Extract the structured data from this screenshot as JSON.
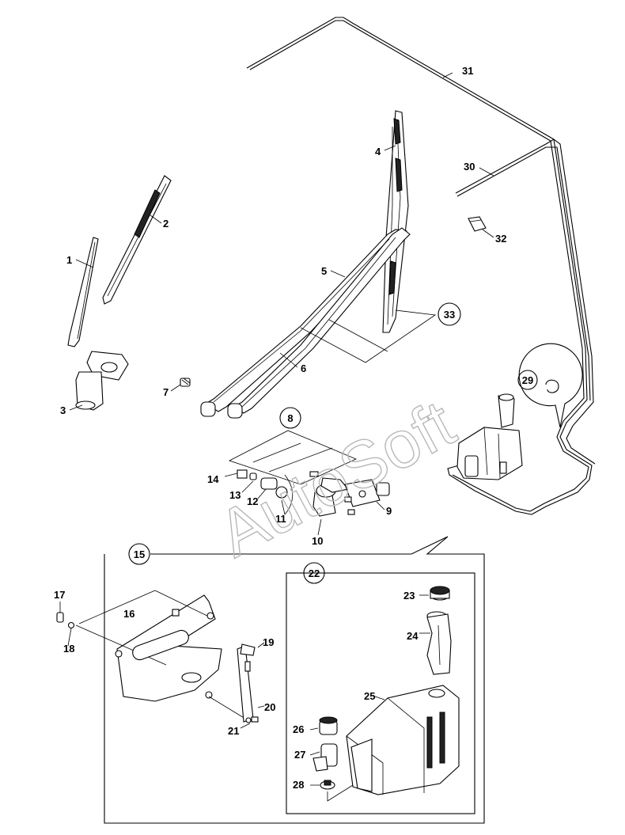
{
  "watermark": "AutoSoft",
  "callouts": {
    "c8": "8",
    "c15": "15",
    "c22": "22",
    "c29": "29",
    "c33": "33"
  },
  "labels": {
    "l1": "1",
    "l2": "2",
    "l3": "3",
    "l4": "4",
    "l5": "5",
    "l6": "6",
    "l7": "7",
    "l9": "9",
    "l10": "10",
    "l11": "11",
    "l12": "12",
    "l13": "13",
    "l14": "14",
    "l16": "16",
    "l17": "17",
    "l18": "18",
    "l19": "19",
    "l20": "20",
    "l21": "21",
    "l23": "23",
    "l24": "24",
    "l25": "25",
    "l26": "26",
    "l27": "27",
    "l28": "28",
    "l30": "30",
    "l31": "31",
    "l32": "32"
  }
}
